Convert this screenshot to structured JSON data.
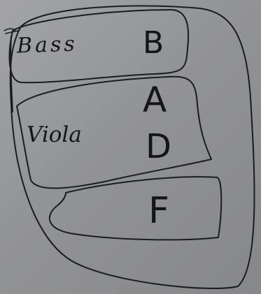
{
  "diagram": {
    "regions": [
      {
        "label": "Bass",
        "notes": [
          "B"
        ]
      },
      {
        "label": "Viola",
        "notes": [
          "A",
          "D"
        ]
      },
      {
        "label": "",
        "notes": [
          "F"
        ]
      }
    ]
  }
}
